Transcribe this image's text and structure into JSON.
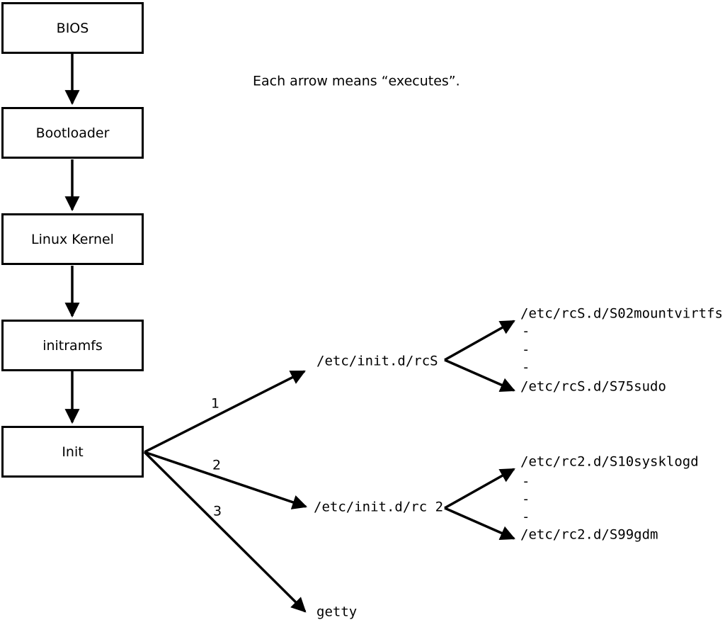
{
  "note": "Each arrow means “executes”.",
  "colors": {
    "line": "#000000",
    "background": "#ffffff"
  },
  "chain": [
    {
      "label": "BIOS"
    },
    {
      "label": "Bootloader"
    },
    {
      "label": "Linux Kernel"
    },
    {
      "label": "initramfs"
    },
    {
      "label": "Init"
    }
  ],
  "branches": [
    {
      "number": "1",
      "target": "/etc/init.d/rcS",
      "scripts": {
        "first": "/etc/rcS.d/S02mountvirtfs",
        "ellipsis": [
          "-",
          "-",
          "-"
        ],
        "last": "/etc/rcS.d/S75sudo"
      }
    },
    {
      "number": "2",
      "target": "/etc/init.d/rc 2",
      "scripts": {
        "first": "/etc/rc2.d/S10sysklogd",
        "ellipsis": [
          "-",
          "-",
          "-"
        ],
        "last": "/etc/rc2.d/S99gdm"
      }
    },
    {
      "number": "3",
      "target": "getty"
    }
  ]
}
